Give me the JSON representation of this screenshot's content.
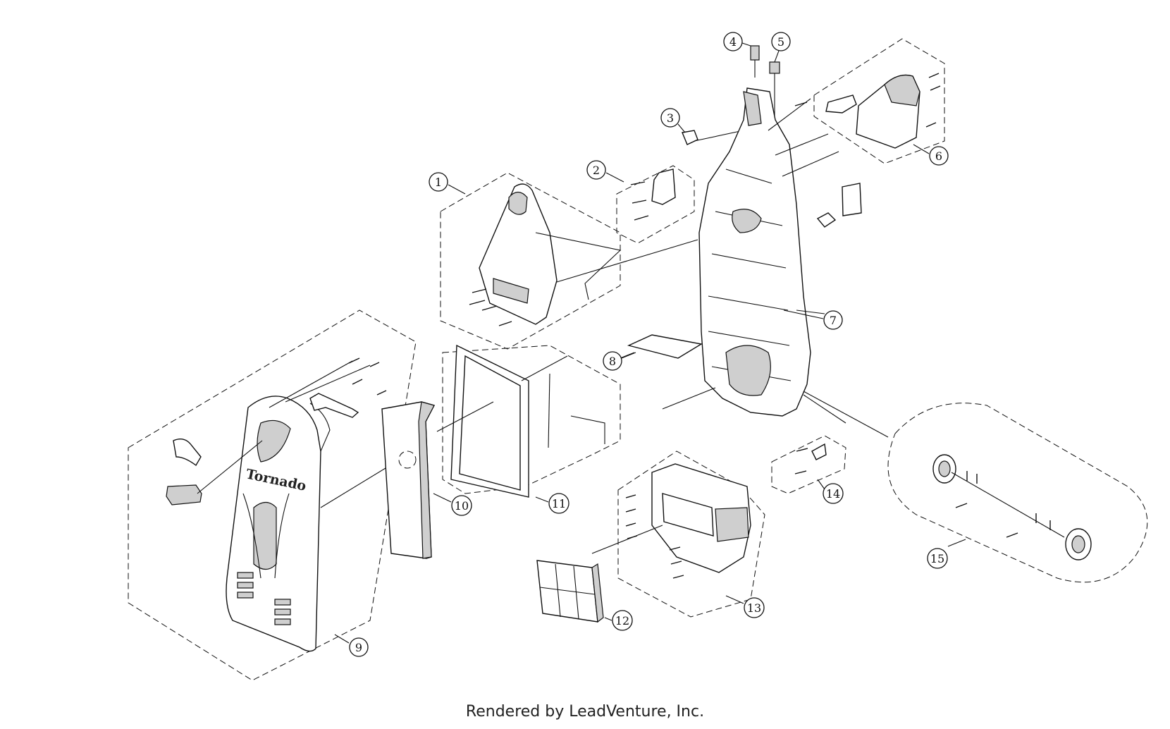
{
  "callouts": {
    "c1": "1",
    "c2": "2",
    "c3": "3",
    "c4": "4",
    "c5": "5",
    "c6": "6",
    "c7": "7",
    "c8": "8",
    "c9": "9",
    "c10": "10",
    "c11": "11",
    "c12": "12",
    "c13": "13",
    "c14": "14",
    "c15": "15"
  },
  "brand_label": "Tornado",
  "footer": "Rendered by LeadVenture, Inc."
}
